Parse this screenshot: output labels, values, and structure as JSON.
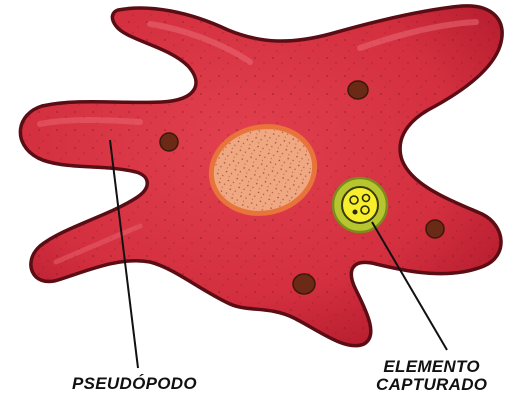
{
  "labels": {
    "pseudopod": "PSEUDÓPODO",
    "captured_element_line1": "ELEMENTO",
    "captured_element_line2": "CAPTURADO"
  },
  "colors": {
    "cytoplasm": "#d63040",
    "cytoplasm_outline": "#5a0d14",
    "cytoplasm_highlight": "#e8616b",
    "nucleus": "#f0a57e",
    "nucleus_outline": "#e8733b",
    "vacuole": "#6b2a16",
    "food_vacuole_outer": "#aabf2a",
    "food_vacuole_inner": "#f7ee2c",
    "leader_line": "#111111"
  }
}
